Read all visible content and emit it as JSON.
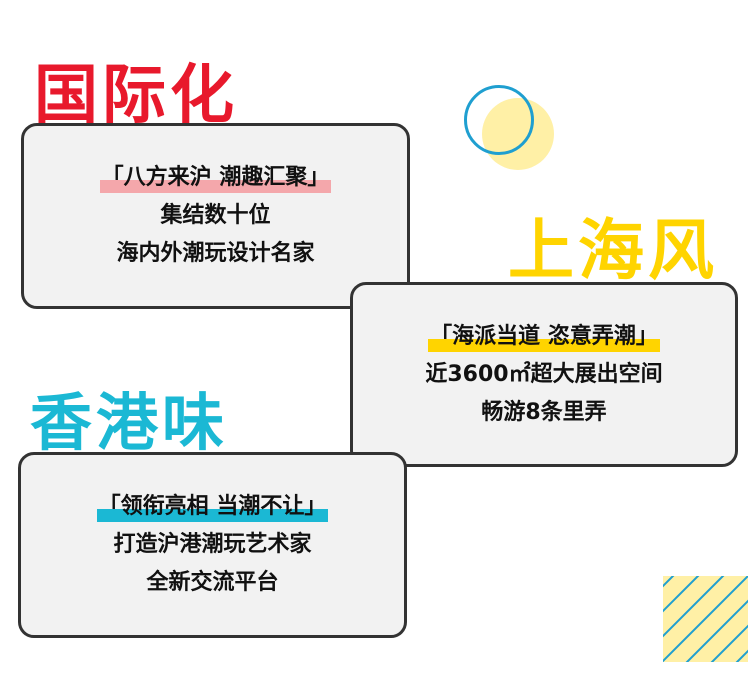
{
  "sections": [
    {
      "title": "国际化",
      "highlight": "「八方来沪 潮趣汇聚」",
      "lines": [
        "集结数十位",
        "海内外潮玩设计名家"
      ]
    },
    {
      "title": "上海风",
      "highlight": "「海派当道 恣意弄潮」",
      "lines": [
        "近3600㎡超大展出空间",
        "畅游8条里弄"
      ]
    },
    {
      "title": "香港味",
      "highlight": "「领衔亮相 当潮不让」",
      "lines": [
        "打造沪港潮玩艺术家",
        "全新交流平台"
      ]
    }
  ],
  "colors": {
    "red": "#e8192c",
    "yellow": "#ffd400",
    "cyan": "#1bb8d4",
    "pink": "#f4a7ab",
    "card_bg": "#f2f2f2",
    "card_border": "#333333"
  },
  "decorations": [
    "circle-ring",
    "circle-fill",
    "diagonal-stripes"
  ]
}
